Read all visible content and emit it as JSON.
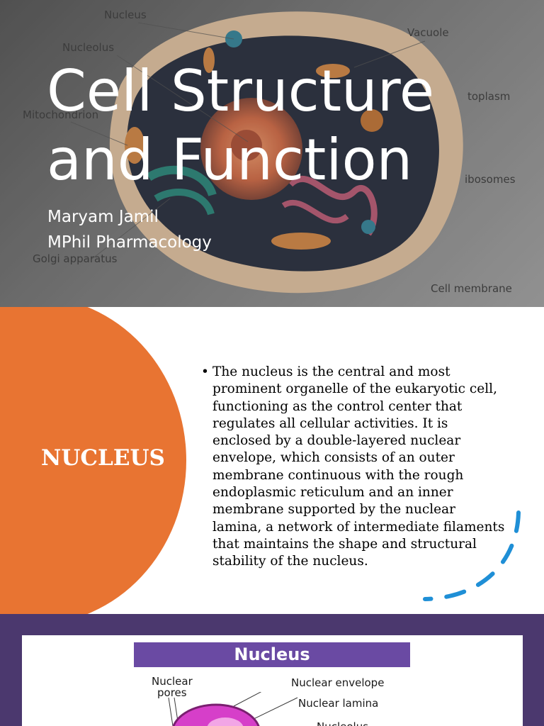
{
  "slide1": {
    "title_line1": "Cell Structure",
    "title_line2": "and Function",
    "author": "Maryam Jamil",
    "degree": "MPhil Pharmacology",
    "diagram_labels": {
      "nucleus": "Nucleus",
      "vacuole": "Vacuole",
      "nucleolus": "Nucleolus",
      "mitochondrion": "Mitochondrion",
      "cytoplasm": "toplasm",
      "ribosomes": "ibosomes",
      "golgi": "Golgi apparatus",
      "cell_membrane": "Cell membrane"
    }
  },
  "slide2": {
    "heading": "NUCLEUS",
    "bullet": "•",
    "body": "The nucleus is the central and most prominent organelle of the eukaryotic cell, functioning as the control center that regulates all cellular activities. It is enclosed by a double-layered nuclear envelope, which consists of an outer membrane continuous with the rough endoplasmic reticulum and an inner membrane supported by the nuclear lamina, a network of intermediate filaments that maintains the shape and structural stability of the nucleus.",
    "colors": {
      "accent": "#e87432",
      "dash": "#1f8fd6"
    }
  },
  "slide3": {
    "banner": "Nucleus",
    "label_pores_1": "Nuclear",
    "label_pores_2": "pores",
    "label_envelope": "Nuclear envelope",
    "label_lamina": "Nuclear lamina",
    "label_nucleolus": "Nucleolus",
    "colors": {
      "background": "#4b386e",
      "banner": "#6a4aa3",
      "nucleus": "#d63fc9"
    }
  }
}
